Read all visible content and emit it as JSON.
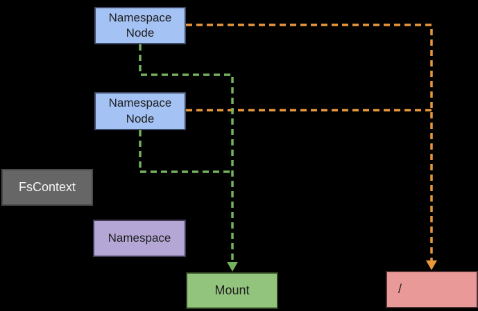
{
  "colors": {
    "background": "#000000",
    "orange_edge": "#e8973d",
    "green_edge": "#74b25c",
    "node_blue_fill": "#a4c2f4",
    "node_gray_fill": "#666666",
    "node_purple_fill": "#b4a7d6",
    "node_green_fill": "#93c47d",
    "node_pink_fill": "#ea9999"
  },
  "nodes": {
    "namespace_node_top": {
      "label": "Namespace Node"
    },
    "namespace_node_mid": {
      "label": "Namespace Node"
    },
    "fscontext": {
      "label": "FsContext"
    },
    "namespace": {
      "label": "Namespace"
    },
    "mount": {
      "label": "Mount"
    },
    "root": {
      "label": "/"
    }
  },
  "edges": [
    {
      "from": "namespace_node_top",
      "to": "root",
      "style": "dashed",
      "color": "#e8973d",
      "routing": "right-then-down"
    },
    {
      "from": "namespace_node_mid",
      "to": "root",
      "style": "dashed",
      "color": "#e8973d",
      "routing": "right-joins-shared-vertical"
    },
    {
      "from": "namespace_node_top",
      "to": "mount",
      "style": "dashed",
      "color": "#74b25c",
      "routing": "down-right-then-down"
    },
    {
      "from": "namespace_node_mid",
      "to": "mount",
      "style": "dashed",
      "color": "#74b25c",
      "routing": "down-right-joins-shared-vertical"
    }
  ]
}
